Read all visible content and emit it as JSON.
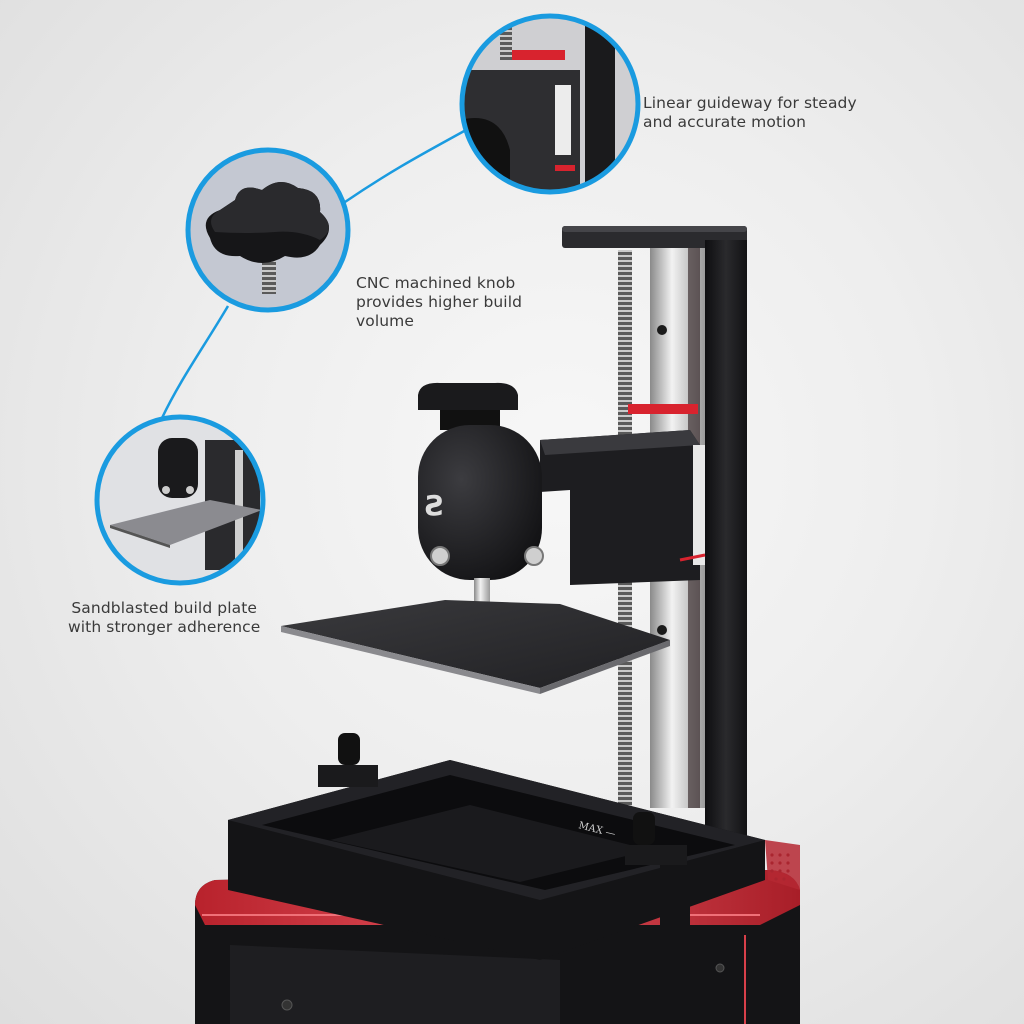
{
  "product": {
    "type": "resin 3D printer",
    "vat_marking": "MAX —",
    "logo_glyph": "Ƨ"
  },
  "callouts": [
    {
      "id": "guideway",
      "lines": [
        "Linear guideway for steady",
        "and accurate motion"
      ]
    },
    {
      "id": "knob",
      "lines": [
        "CNC machined knob",
        "provides higher build",
        "volume"
      ]
    },
    {
      "id": "plate",
      "lines": [
        "Sandblasted build plate",
        "with stronger adherence"
      ]
    }
  ],
  "colors": {
    "callout_ring": "#1a9be0",
    "text": "#3a3a3a",
    "body_red": "#c8323c",
    "metal_black": "#1c1c1e",
    "background": "#eeeeee"
  }
}
